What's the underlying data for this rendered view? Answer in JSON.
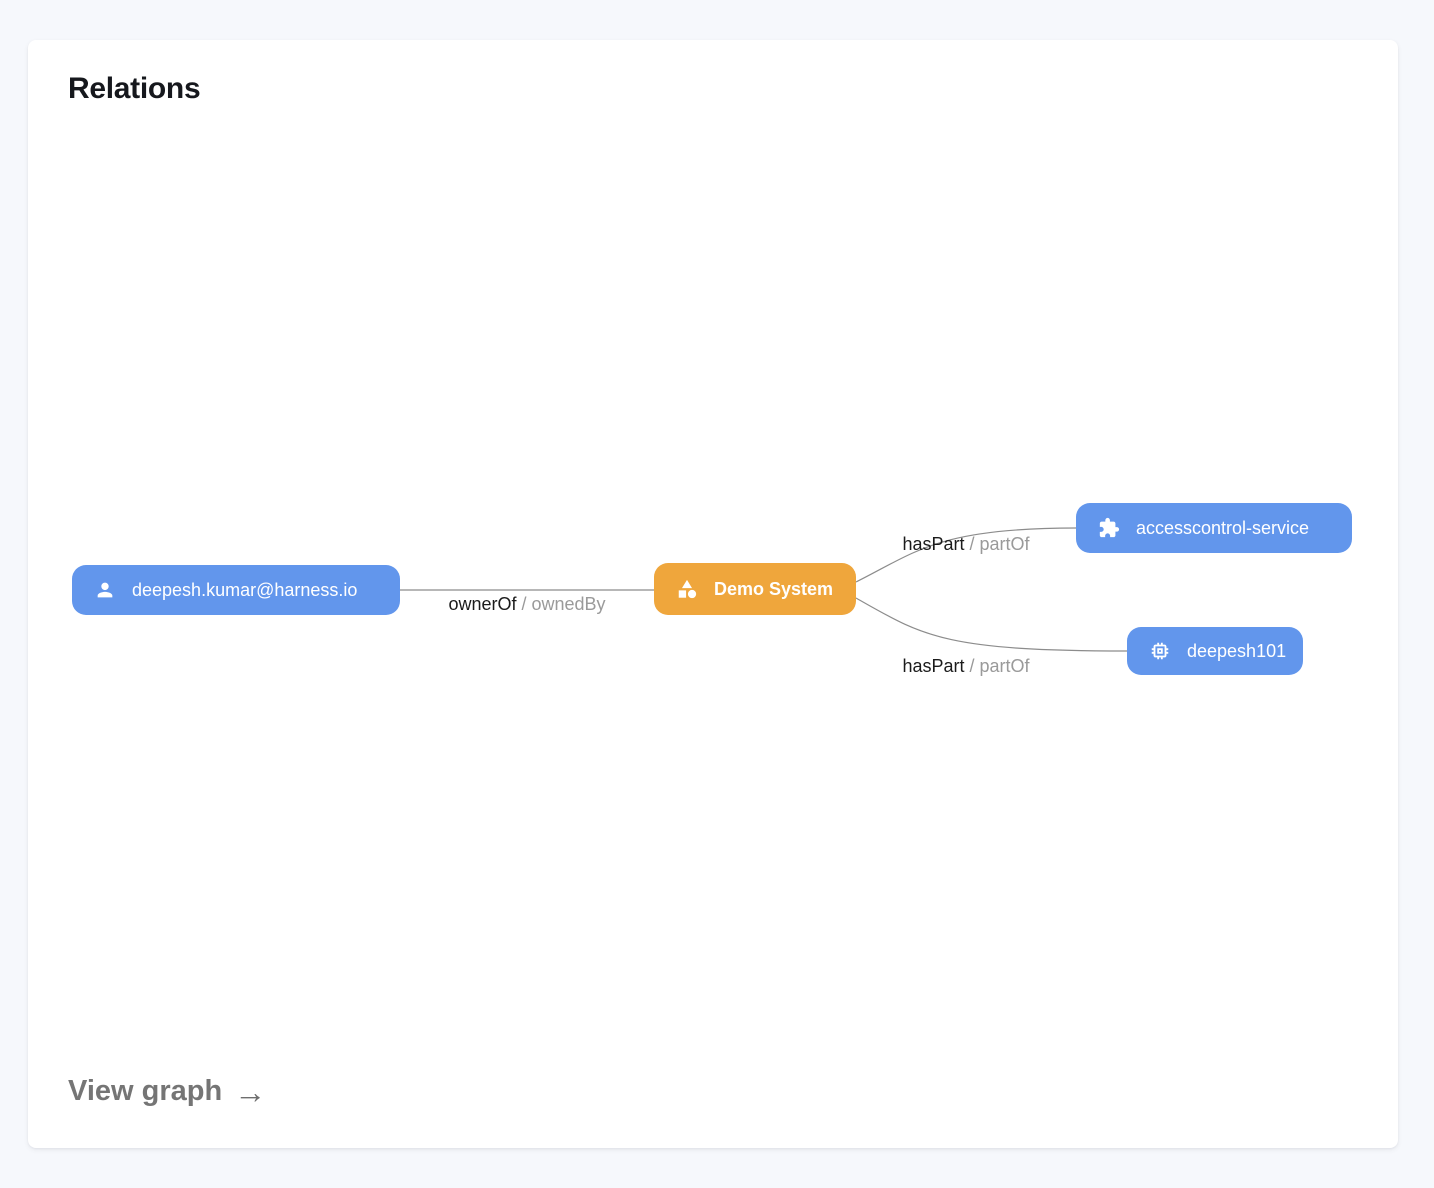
{
  "card": {
    "title": "Relations",
    "footer_link": "View graph",
    "footer_arrow": "→"
  },
  "colors": {
    "page_bg": "#f6f8fc",
    "card_bg": "#ffffff",
    "node_blue": "#6296ec",
    "node_orange": "#efa63c",
    "edge_line": "#8c8c8c",
    "edge_label_primary": "#1b1b1b",
    "edge_label_secondary": "#9a9a9a",
    "footer_text": "#757575"
  },
  "graph": {
    "nodes": [
      {
        "id": "user",
        "label": "deepesh.kumar@harness.io",
        "icon": "person-icon",
        "color": "blue"
      },
      {
        "id": "system",
        "label": "Demo System",
        "icon": "category-icon",
        "color": "orange"
      },
      {
        "id": "service",
        "label": "accesscontrol-service",
        "icon": "extension-icon",
        "color": "blue"
      },
      {
        "id": "api",
        "label": "deepesh101",
        "icon": "memory-icon",
        "color": "blue"
      }
    ],
    "edges": [
      {
        "from": "user",
        "to": "system",
        "label_primary": "ownerOf",
        "separator": "/",
        "label_secondary": "ownedBy"
      },
      {
        "from": "system",
        "to": "service",
        "label_primary": "hasPart",
        "separator": "/",
        "label_secondary": "partOf"
      },
      {
        "from": "system",
        "to": "api",
        "label_primary": "hasPart",
        "separator": "/",
        "label_secondary": "partOf"
      }
    ]
  }
}
